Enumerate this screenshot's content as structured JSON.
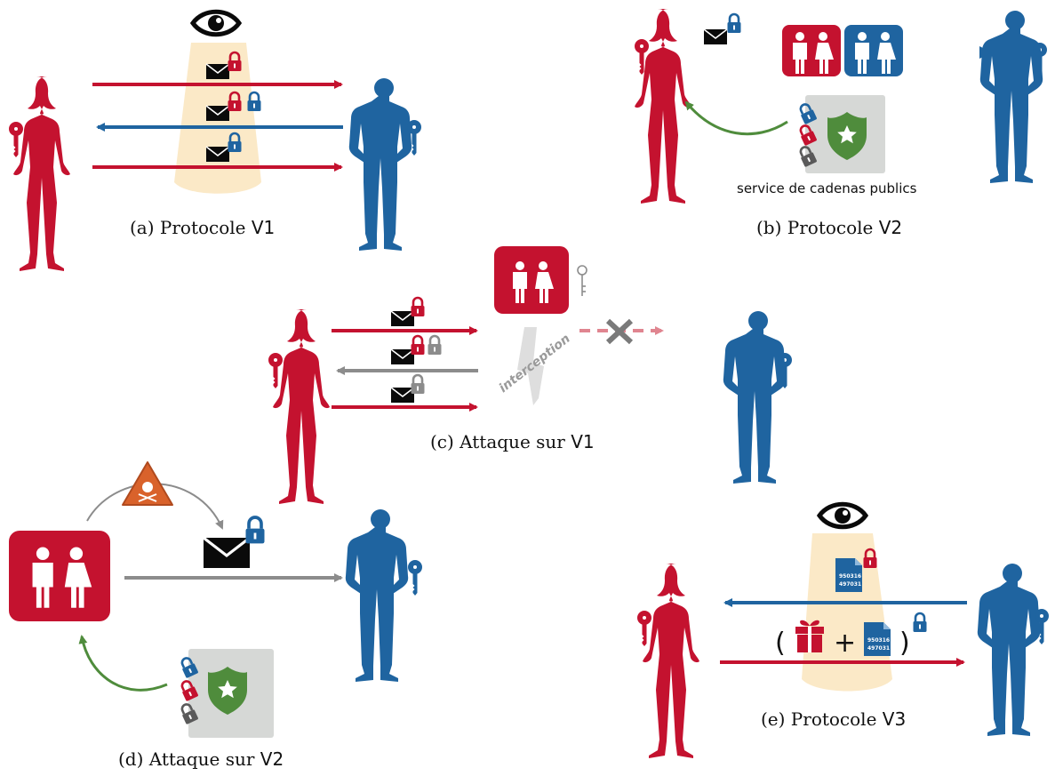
{
  "colors": {
    "alice_red": "#c4122f",
    "bob_blue": "#1f64a0",
    "gray": "#8c8c8c",
    "light_gray": "#d6d8d6",
    "green": "#4f8c3c",
    "orange": "#d9622b",
    "beam": "#fbe9c7"
  },
  "captions": {
    "a": {
      "prefix": "(a) Protocole ",
      "version": "V1"
    },
    "b": {
      "prefix": "(b) Protocole ",
      "version": "V2"
    },
    "c": {
      "prefix": "(c) Attaque sur ",
      "version": "V1"
    },
    "d": {
      "prefix": "(d) Attaque sur ",
      "version": "V2"
    },
    "e": {
      "prefix": "(e) Protocole ",
      "version": "V3"
    }
  },
  "labels": {
    "public_lock_service": "service de cadenas publics",
    "interception": "interception",
    "doc_number_top": "950316",
    "doc_number_bottom": "497031"
  },
  "icons": [
    "eye-icon",
    "envelope-icon",
    "padlock-icon",
    "key-icon",
    "woman-silhouette",
    "man-silhouette",
    "restroom-sign-icon",
    "police-shield-icon",
    "skull-warning-icon",
    "gift-icon",
    "document-icon",
    "cross-icon"
  ]
}
